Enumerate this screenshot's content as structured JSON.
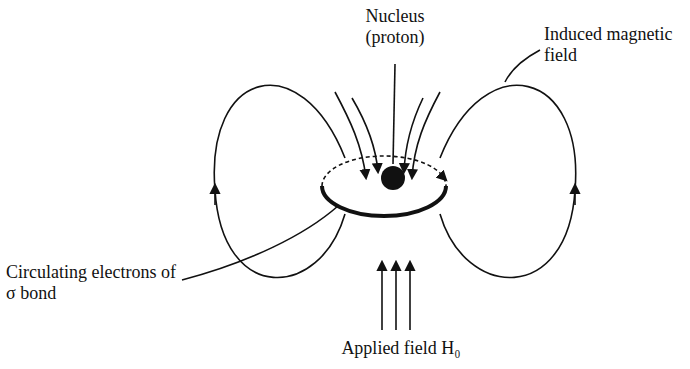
{
  "diagram": {
    "labels": [
      "Nucleus (proton)",
      "Induced magnetic field",
      "Circulating electrons of σ bond",
      "Applied field H₀"
    ]
  }
}
